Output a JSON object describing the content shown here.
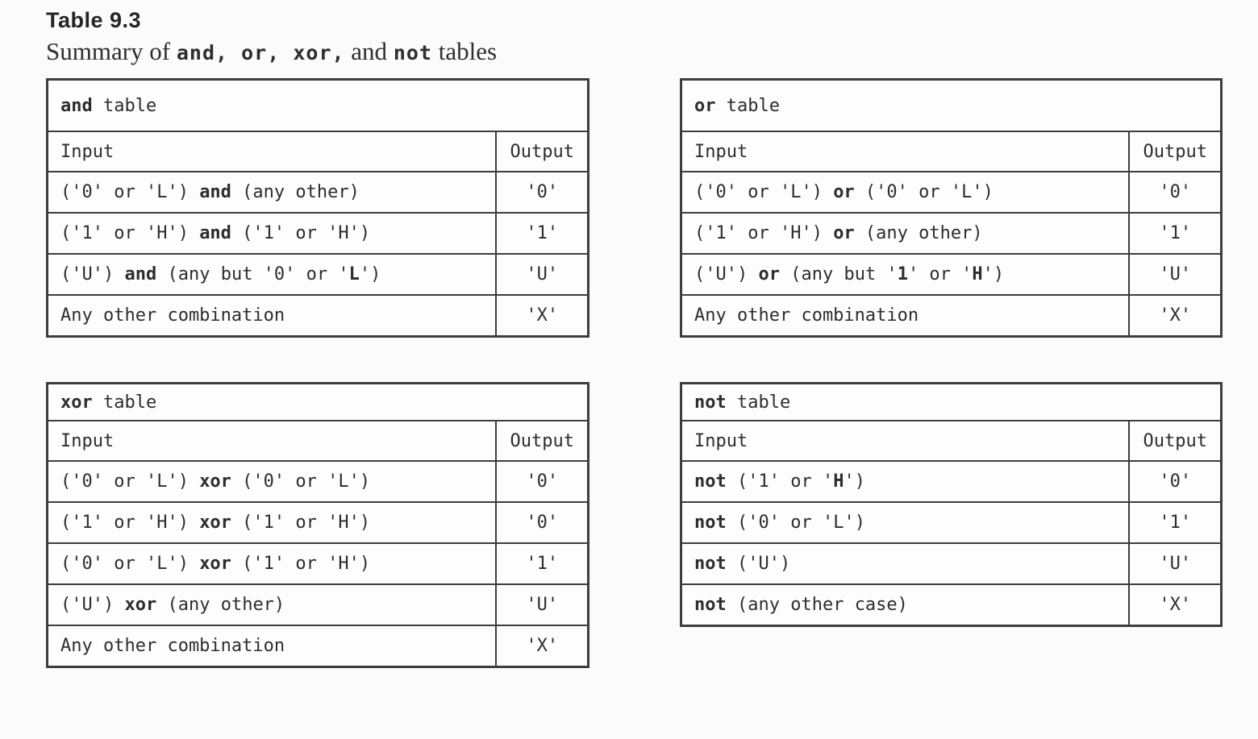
{
  "page": {
    "heading": "Table 9.3",
    "subtitle": [
      {
        "t": "Summary of ",
        "mono": false,
        "b": false
      },
      {
        "t": "and, or, xor,",
        "mono": true,
        "b": true
      },
      {
        "t": " and ",
        "mono": false,
        "b": false
      },
      {
        "t": "not",
        "mono": true,
        "b": true
      },
      {
        "t": " tables",
        "mono": false,
        "b": false
      }
    ]
  },
  "colors": {
    "background": "#fbfbfb",
    "table_background": "#fdfdfd",
    "border": "#3d3d3d",
    "text": "#2d2d2d"
  },
  "tables": [
    {
      "id": "and",
      "title": [
        {
          "t": "and",
          "b": true
        },
        {
          "t": " table",
          "b": false
        }
      ],
      "columns": {
        "input": "Input",
        "output": "Output"
      },
      "rows": [
        {
          "input": [
            {
              "t": "('0' or 'L') ",
              "b": false
            },
            {
              "t": "and",
              "b": true
            },
            {
              "t": " (any other)",
              "b": false
            }
          ],
          "output": "'0'"
        },
        {
          "input": [
            {
              "t": "('1' or 'H') ",
              "b": false
            },
            {
              "t": "and",
              "b": true
            },
            {
              "t": " ('1' or 'H')",
              "b": false
            }
          ],
          "output": "'1'"
        },
        {
          "input": [
            {
              "t": "('U') ",
              "b": false
            },
            {
              "t": "and",
              "b": true
            },
            {
              "t": " (any but '0' or '",
              "b": false
            },
            {
              "t": "L",
              "b": true
            },
            {
              "t": "')",
              "b": false
            }
          ],
          "output": "'U'"
        },
        {
          "input": [
            {
              "t": "Any other combination",
              "b": false
            }
          ],
          "output": "'X'"
        }
      ]
    },
    {
      "id": "or",
      "title": [
        {
          "t": "or",
          "b": true
        },
        {
          "t": " table",
          "b": false
        }
      ],
      "columns": {
        "input": "Input",
        "output": "Output"
      },
      "rows": [
        {
          "input": [
            {
              "t": "('0' or 'L') ",
              "b": false
            },
            {
              "t": "or",
              "b": true
            },
            {
              "t": " ('0' or 'L')",
              "b": false
            }
          ],
          "output": "'0'"
        },
        {
          "input": [
            {
              "t": "('1' or 'H') ",
              "b": false
            },
            {
              "t": "or",
              "b": true
            },
            {
              "t": " (any other)",
              "b": false
            }
          ],
          "output": "'1'"
        },
        {
          "input": [
            {
              "t": "('U') ",
              "b": false
            },
            {
              "t": "or",
              "b": true
            },
            {
              "t": " (any but '",
              "b": false
            },
            {
              "t": "1",
              "b": true
            },
            {
              "t": "' or '",
              "b": false
            },
            {
              "t": "H",
              "b": true
            },
            {
              "t": "')",
              "b": false
            }
          ],
          "output": "'U'"
        },
        {
          "input": [
            {
              "t": "Any other combination",
              "b": false
            }
          ],
          "output": "'X'"
        }
      ]
    },
    {
      "id": "xor",
      "title": [
        {
          "t": "xor",
          "b": true
        },
        {
          "t": " table",
          "b": false
        }
      ],
      "columns": {
        "input": "Input",
        "output": "Output"
      },
      "rows": [
        {
          "input": [
            {
              "t": "('0' or 'L') ",
              "b": false
            },
            {
              "t": "xor",
              "b": true
            },
            {
              "t": " ('0' or 'L')",
              "b": false
            }
          ],
          "output": "'0'"
        },
        {
          "input": [
            {
              "t": "('1' or 'H') ",
              "b": false
            },
            {
              "t": "xor",
              "b": true
            },
            {
              "t": " ('1' or 'H')",
              "b": false
            }
          ],
          "output": "'0'"
        },
        {
          "input": [
            {
              "t": "('0' or 'L') ",
              "b": false
            },
            {
              "t": "xor",
              "b": true
            },
            {
              "t": " ('1' or 'H')",
              "b": false
            }
          ],
          "output": "'1'"
        },
        {
          "input": [
            {
              "t": "('U') ",
              "b": false
            },
            {
              "t": "xor",
              "b": true
            },
            {
              "t": " (any other)",
              "b": false
            }
          ],
          "output": "'U'"
        },
        {
          "input": [
            {
              "t": "Any other combination",
              "b": false
            }
          ],
          "output": "'X'"
        }
      ]
    },
    {
      "id": "not",
      "title": [
        {
          "t": "not",
          "b": true
        },
        {
          "t": " table",
          "b": false
        }
      ],
      "columns": {
        "input": "Input",
        "output": "Output"
      },
      "rows": [
        {
          "input": [
            {
              "t": "not",
              "b": true
            },
            {
              "t": " ('1' or '",
              "b": false
            },
            {
              "t": "H",
              "b": true
            },
            {
              "t": "')",
              "b": false
            }
          ],
          "output": "'0'"
        },
        {
          "input": [
            {
              "t": "not",
              "b": true
            },
            {
              "t": " ('0' or 'L')",
              "b": false
            }
          ],
          "output": "'1'"
        },
        {
          "input": [
            {
              "t": "not",
              "b": true
            },
            {
              "t": " ('U')",
              "b": false
            }
          ],
          "output": "'U'"
        },
        {
          "input": [
            {
              "t": "not",
              "b": true
            },
            {
              "t": " (any other case)",
              "b": false
            }
          ],
          "output": "'X'"
        }
      ]
    }
  ]
}
